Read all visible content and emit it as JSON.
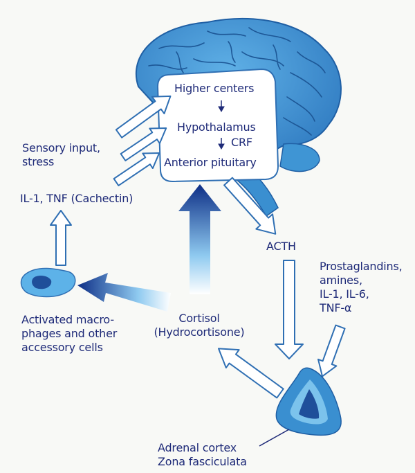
{
  "labels": {
    "higher_centers": "Higher centers",
    "hypothalamus": "Hypothalamus",
    "crf": "CRF",
    "anterior_pituitary": "Anterior pituitary",
    "sensory_input": "Sensory input,\nstress",
    "il1_tnf": "IL-1, TNF (Cachectin)",
    "acth": "ACTH",
    "prostaglandins": "Prostaglandins,\namines,\nIL-1, IL-6,\nTNF-α",
    "activated_cells": "Activated macro-\nphages and other\naccessory cells",
    "cortisol": "Cortisol\n(Hydrocortisone)",
    "adrenal": "Adrenal cortex\nZona fasciculata"
  },
  "colors": {
    "dark_blue": "#1e2a78",
    "brain_blue": "#3a8fd0",
    "light_blue": "#7cc3ec",
    "outline": "#2f6fb3"
  }
}
